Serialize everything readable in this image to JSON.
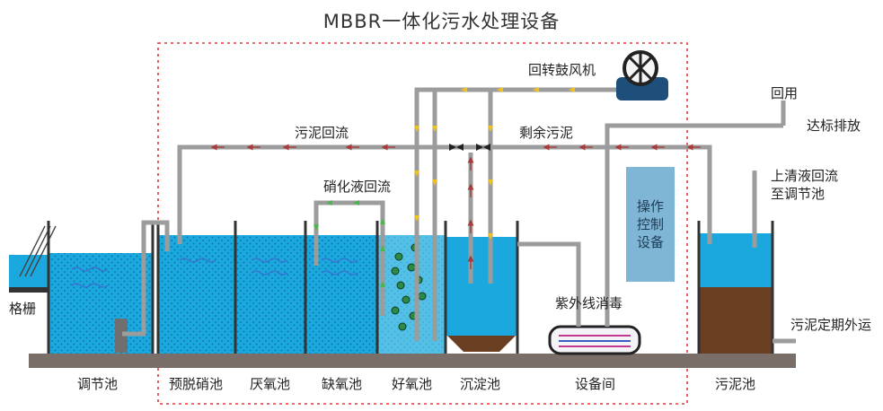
{
  "title": "MBBR一体化污水处理设备",
  "labels": {
    "blower": "回转鼓风机",
    "reuse": "回用",
    "discharge": "达标排放",
    "sludge_return": "污泥回流",
    "excess_sludge": "剩余污泥",
    "nitrate_return": "硝化液回流",
    "supernatant_return_line1": "上清液回流",
    "supernatant_return_line2": "至调节池",
    "control_line1": "操作",
    "control_line2": "控制",
    "control_line3": "设备",
    "grille": "格栅",
    "uv": "紫外线消毒",
    "sludge_transport": "污泥定期外运"
  },
  "tanks": [
    "调节池",
    "预脱硝池",
    "厌氧池",
    "缺氧池",
    "好氧池",
    "沉淀池",
    "设备间",
    "污泥池"
  ],
  "colors": {
    "water": "#1ba8de",
    "water_light": "#7fd3ef",
    "sludge": "#6b3f22",
    "pipe": "#9c9c9c",
    "border_dash": "#e23a3a",
    "arrow_red": "#a83a3a",
    "arrow_yellow": "#f2c21a",
    "control_box": "#7fb6d5",
    "ground": "#7a6f68"
  }
}
